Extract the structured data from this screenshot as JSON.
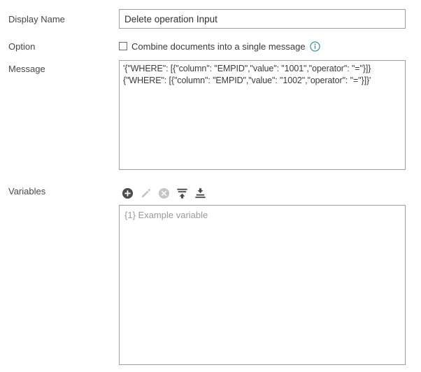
{
  "form": {
    "display_name": {
      "label": "Display Name",
      "value": "Delete operation Input",
      "placeholder": ""
    },
    "option": {
      "label": "Option",
      "checkbox_label": "Combine documents into a single message",
      "checked": false,
      "info_icon": "info-icon"
    },
    "message": {
      "label": "Message",
      "lines": [
        "'{\"WHERE\": [{\"column\": \"EMPID\",\"value\": \"1001\",\"operator\": \"=\"}]}",
        "{\"WHERE\": [{\"column\": \"EMPID\",\"value\": \"1002\",\"operator\": \"=\"}]}'"
      ]
    },
    "variables": {
      "label": "Variables",
      "toolbar": [
        {
          "name": "add-variable-button",
          "icon": "plus-circle-icon",
          "enabled": true
        },
        {
          "name": "edit-variable-button",
          "icon": "pencil-icon",
          "enabled": false
        },
        {
          "name": "delete-variable-button",
          "icon": "close-circle-icon",
          "enabled": false
        },
        {
          "name": "move-up-button",
          "icon": "move-up-icon",
          "enabled": true
        },
        {
          "name": "move-down-button",
          "icon": "move-down-icon",
          "enabled": true
        }
      ],
      "items": [
        "{1} Example variable"
      ]
    }
  },
  "colors": {
    "border": "#9e9e9e",
    "label_text": "#474747",
    "value_text": "#333333",
    "placeholder_text": "#9a9a9a",
    "info_icon": "#2b8a8f",
    "icon_active": "#4d4d4d",
    "icon_disabled": "#c3c3c3"
  }
}
